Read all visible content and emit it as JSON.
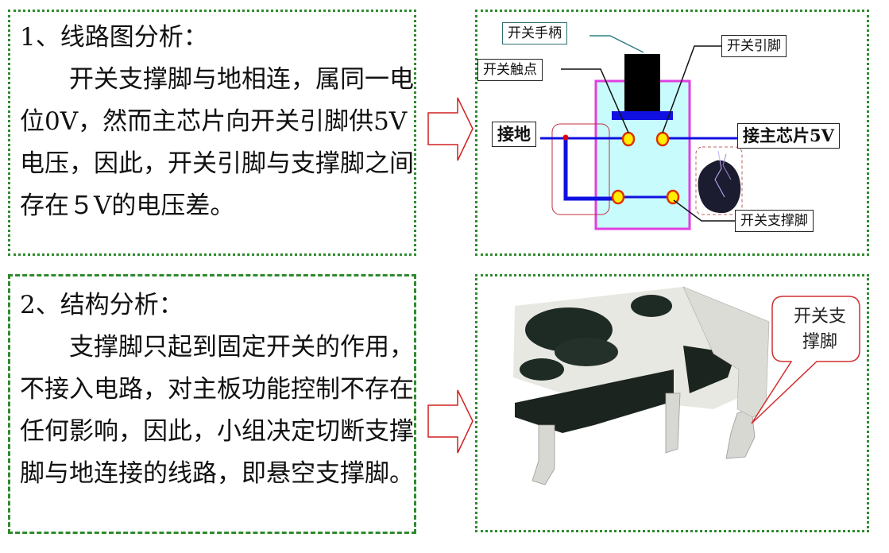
{
  "section1": {
    "heading": "1、线路图分析：",
    "body": "开关支撑脚与地相连，属同一电位0V，然而主芯片向开关引脚供5V电压，因此，开关引脚与支撑脚之间存在５V的电压差。"
  },
  "section2": {
    "heading": "2、结构分析：",
    "body": "支撑脚只起到固定开关的作用，不接入电路，对主板功能控制不存在任何影响，因此，小组决定切断支撑脚与地连接的线路，即悬空支撑脚。"
  },
  "diagram": {
    "labels": {
      "handle": "开关手柄",
      "contact": "开关触点",
      "pin": "开关引脚",
      "ground": "接地",
      "chip5v": "接主芯片5V",
      "support_leg": "开关支撑脚"
    },
    "colors": {
      "body_fill": "#c8fbfb",
      "body_border": "#e040e0",
      "wire": "#1010e0",
      "contact_fill": "#ffee00",
      "contact_ring": "#e03000",
      "handle": "#000000",
      "ground_box": "#c03040"
    }
  },
  "photo": {
    "callout": "开关支撑脚",
    "callout_lines": [
      "开关支",
      "撑脚"
    ]
  },
  "colors": {
    "panel_border": "#2e8b2e",
    "arrow": "#d02020",
    "text": "#111111"
  }
}
